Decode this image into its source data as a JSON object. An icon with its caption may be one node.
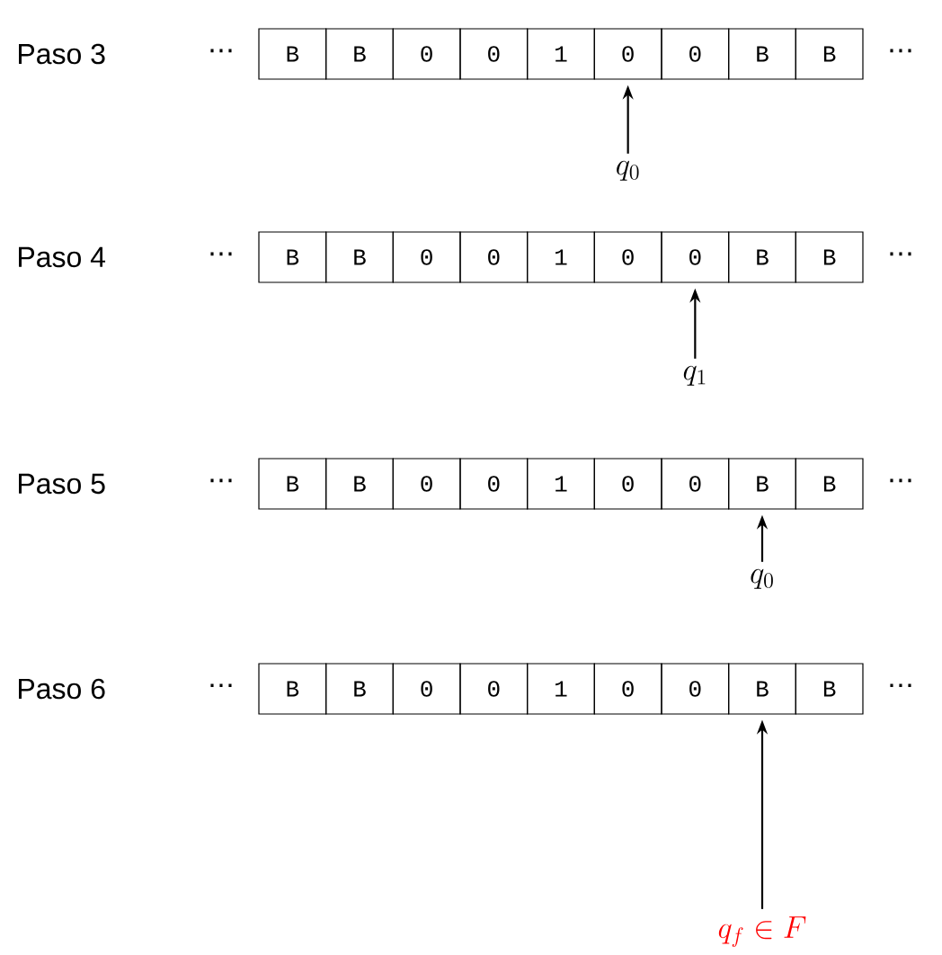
{
  "diagram": {
    "nodes": [
      {
        "text": [
          "B"
        ]
      },
      {
        "text": [
          "B"
        ]
      },
      {
        "text": [
          "0"
        ]
      },
      {
        "text": [
          "0"
        ]
      },
      {
        "text": [
          "1"
        ]
      },
      {
        "text": [
          "0"
        ]
      },
      {
        "text": [
          "0"
        ]
      },
      {
        "text": [
          "B"
        ]
      },
      {
        "text": [
          "B"
        ]
      },
      {
        "text": [
          "q_0"
        ]
      },
      {
        "text": [
          "B"
        ]
      },
      {
        "text": [
          "B"
        ]
      },
      {
        "text": [
          "0"
        ]
      },
      {
        "text": [
          "0"
        ]
      },
      {
        "text": [
          "1"
        ]
      },
      {
        "text": [
          "0"
        ]
      },
      {
        "text": [
          "0"
        ]
      },
      {
        "text": [
          "B"
        ]
      },
      {
        "text": [
          "B"
        ]
      },
      {
        "text": [
          "q_1"
        ]
      },
      {
        "text": [
          "B"
        ]
      },
      {
        "text": [
          "B"
        ]
      },
      {
        "text": [
          "0"
        ]
      },
      {
        "text": [
          "0"
        ]
      },
      {
        "text": [
          "1"
        ]
      },
      {
        "text": [
          "0"
        ]
      },
      {
        "text": [
          "0"
        ]
      },
      {
        "text": [
          "B"
        ]
      },
      {
        "text": [
          "B"
        ]
      },
      {
        "text": [
          "q_0"
        ]
      },
      {
        "text": [
          "B"
        ]
      },
      {
        "text": [
          "B"
        ]
      },
      {
        "text": [
          "0"
        ]
      },
      {
        "text": [
          "0"
        ]
      },
      {
        "text": [
          "1"
        ]
      },
      {
        "text": [
          "0"
        ]
      },
      {
        "text": [
          "0"
        ]
      },
      {
        "text": [
          "B"
        ]
      },
      {
        "text": [
          "B"
        ]
      },
      {
        "text": [
          "q_f \\in F"
        ]
      }
    ],
    "edges": [
      {
        "from": 9,
        "to": 5,
        "arrow": "to"
      },
      {
        "from": 19,
        "to": 16,
        "arrow": "to"
      },
      {
        "from": 29,
        "to": 27,
        "arrow": "to"
      },
      {
        "from": 39,
        "to": 37,
        "arrow": "to"
      }
    ],
    "labels": [
      "Paso 3",
      "⋯",
      "⋯",
      "Paso 4",
      "⋯",
      "⋯",
      "Paso 5",
      "⋯",
      "⋯",
      "Paso 6",
      "⋯",
      "⋯"
    ]
  }
}
